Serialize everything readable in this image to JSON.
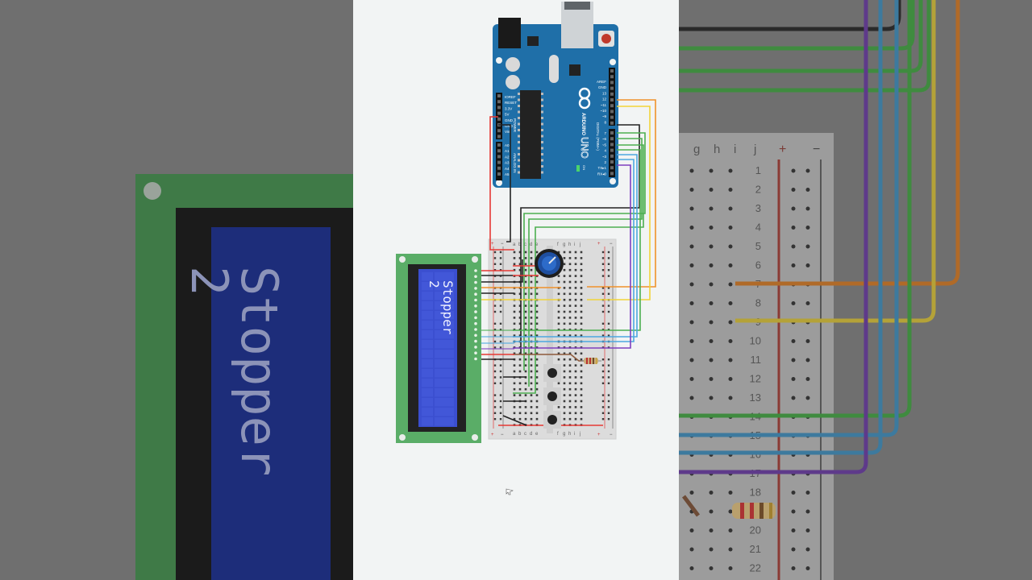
{
  "arduino": {
    "brand": "ARDUINO",
    "model": "UNO",
    "header_top": [
      "AREF",
      "GND",
      "13",
      "12",
      "~11",
      "~10",
      "~9",
      "8"
    ],
    "header_digital": [
      "7",
      "~6",
      "~5",
      "4",
      "~3",
      "2",
      "TX▸1",
      "RX◂0"
    ],
    "digital_label": "DIGITAL (PWM~)",
    "power_pins": [
      "IOREF",
      "RESET",
      "3.3V",
      "5V",
      "GND",
      "GND",
      "Vin"
    ],
    "power_label": "POWER",
    "analog_pins": [
      "A0",
      "A1",
      "A2",
      "A3",
      "A4",
      "A5"
    ],
    "analog_label": "ANALOG IN",
    "on_label": "ON"
  },
  "lcd": {
    "line1": "Stopper",
    "line2": "2"
  },
  "breadboard": {
    "column_letters_left": [
      "a",
      "b",
      "c",
      "d",
      "e"
    ],
    "column_letters_right": [
      "f",
      "g",
      "h",
      "i",
      "j"
    ],
    "rail_plus": "+",
    "rail_minus": "−"
  },
  "blur_background": {
    "column_letters": [
      "g",
      "h",
      "i",
      "j"
    ],
    "rail_plus": "+",
    "rail_minus": "−",
    "row_numbers": [
      "1",
      "2",
      "3",
      "4",
      "5",
      "6",
      "7",
      "8",
      "9",
      "10",
      "11",
      "12",
      "13",
      "14",
      "15",
      "16",
      "17",
      "18",
      "19",
      "20",
      "21",
      "22"
    ]
  },
  "colors": {
    "arduino_blue": "#1f6fa8",
    "lcd_green": "#5aad67",
    "lcd_screen": "#3b4fd0",
    "wire_red": "#e53935",
    "wire_black": "#222222",
    "wire_green": "#4caf50",
    "wire_orange": "#f0922b",
    "wire_yellow": "#f2d33a",
    "wire_blue": "#4da8e0",
    "wire_purple": "#7e3fbf",
    "wire_brown": "#8d5a3b"
  }
}
